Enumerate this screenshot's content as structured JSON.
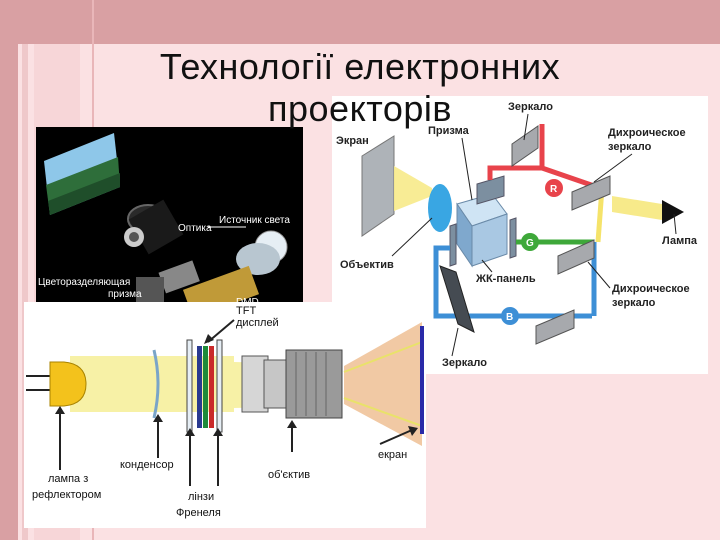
{
  "slide": {
    "title": "Технології електронних проекторів"
  },
  "figure_lcd_three_panel": {
    "labels": {
      "screen": "Экран",
      "prism": "Призма",
      "mirror_top": "Зеркало",
      "dichroic_top_line1": "Дихроическое",
      "dichroic_top_line2": "зеркало",
      "lamp": "Лампа",
      "objective": "Объектив",
      "lcd_panel": "ЖК-панель",
      "dichroic_bottom_line1": "Дихроическое",
      "dichroic_bottom_line2": "зеркало",
      "mirror_bottom": "Зеркало",
      "r": "R",
      "g": "G",
      "b": "B"
    }
  },
  "figure_photo": {
    "labels": {
      "optics": "Оптика",
      "light_source": "Источник света",
      "color_prism_line1": "Цветоразделяющая",
      "color_prism_line2": "призма",
      "dmd": "DMD"
    }
  },
  "figure_tft_scheme": {
    "labels": {
      "tft_line1": "TFT",
      "tft_line2": "дисплей",
      "lamp_line1": "лампа з",
      "lamp_line2": "рефлектором",
      "condenser": "конденсор",
      "fresnel_line1": "лінзи",
      "fresnel_line2": "Френеля",
      "objective": "об'єктив",
      "screen": "екран"
    }
  },
  "colors": {
    "red_beam": "#e8434b",
    "green_beam": "#3ea83a",
    "blue_beam": "#3d8fd6",
    "yellow_beam": "#f5e36a",
    "background": "#fbe1e3"
  }
}
